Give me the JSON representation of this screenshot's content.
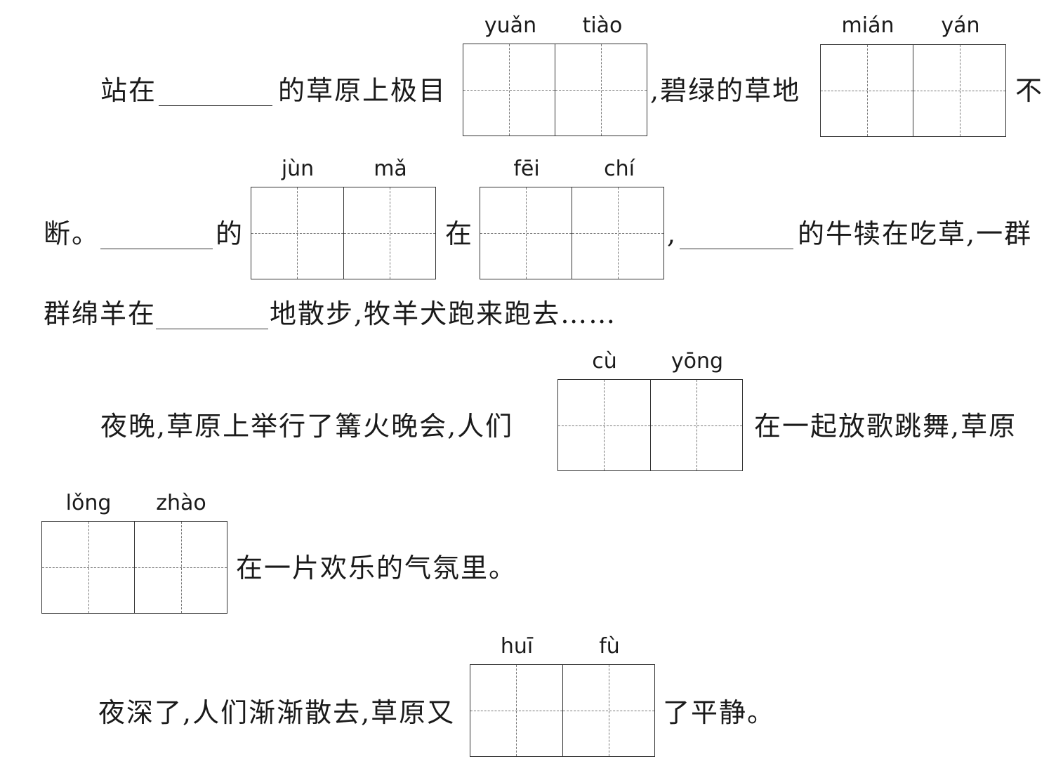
{
  "paragraph1": {
    "line1": {
      "seg1": "站在",
      "seg2": "的草原上极目",
      "seg3": ",碧绿的草地",
      "seg4": "不"
    },
    "line2": {
      "seg1": "断。",
      "seg2": "的",
      "seg3": "在",
      "seg4": ",",
      "seg5": "的牛犊在吃草,一群"
    },
    "line3": {
      "seg1": "群绵羊在",
      "seg2": "地散步,牧羊犬跑来跑去……"
    }
  },
  "paragraph2": {
    "line1": {
      "seg1": "夜晚,草原上举行了篝火晚会,人们",
      "seg2": "在一起放歌跳舞,草原"
    },
    "line2": {
      "seg1": "在一片欢乐的气氛里。"
    }
  },
  "paragraph3": {
    "line1": {
      "seg1": "夜深了,人们渐渐散去,草原又",
      "seg2": "了平静。"
    }
  },
  "pinyin": {
    "yuantiao": [
      "yuǎn",
      "tiào"
    ],
    "mianyan": [
      "mián",
      "yán"
    ],
    "junma": [
      "jùn",
      "mǎ"
    ],
    "feichi": [
      "fēi",
      "chí"
    ],
    "cuyong": [
      "cù",
      "yōng"
    ],
    "longzhao": [
      "lǒng",
      "zhào"
    ],
    "huifu": [
      "huī",
      "fù"
    ]
  }
}
